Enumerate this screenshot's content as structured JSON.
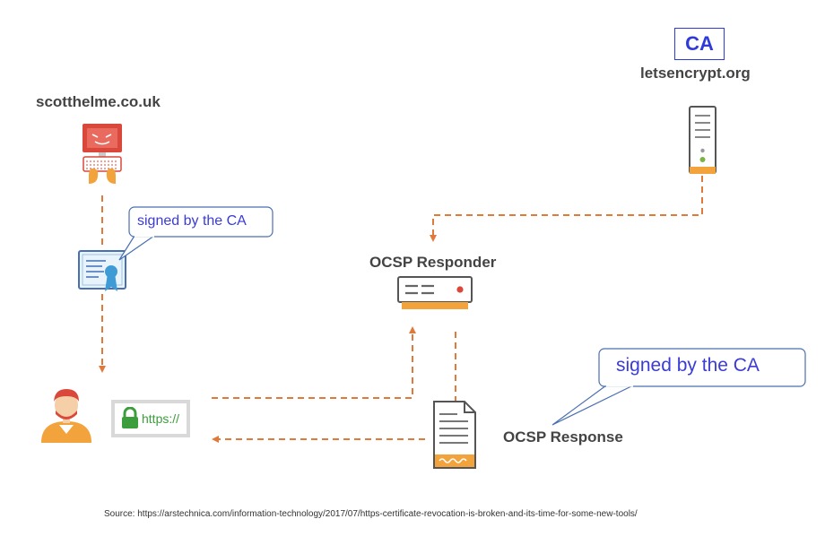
{
  "labels": {
    "site": "scotthelme.co.uk",
    "ca_badge": "CA",
    "ca_domain": "letsencrypt.org",
    "ocsp_responder": "OCSP Responder",
    "ocsp_response": "OCSP Response"
  },
  "callouts": {
    "certificate": "signed by the CA",
    "response": "signed by the CA"
  },
  "browser": {
    "url_text": "https://"
  },
  "source": "Source: https://arstechnica.com/information-technology/2017/07/https-certificate-revocation-is-broken-and-its-time-for-some-new-tools/",
  "colors": {
    "arrow": "#e07a3a",
    "label": "#444444",
    "ca_accent": "#2f3bd9",
    "callout_text": "#3b3bd6",
    "callout_border": "#4a6fb0",
    "https_green": "#3c9d3c",
    "attacker_red": "#d9483b",
    "cert_blue": "#3e9bd6"
  },
  "icons": {
    "attacker": "evil-hacker-computer-icon",
    "ca_server": "server-tower-icon",
    "responder": "rack-server-icon",
    "certificate": "certificate-ribbon-icon",
    "user": "user-avatar-icon",
    "response": "document-icon",
    "lock": "padlock-icon"
  }
}
